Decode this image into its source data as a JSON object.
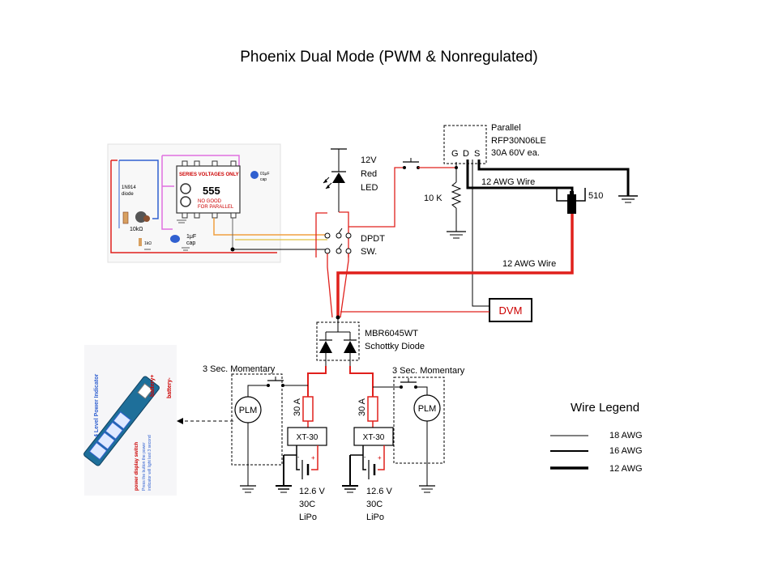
{
  "title": "Phoenix Dual Mode (PWM & Nonregulated)",
  "mosfet": {
    "label_lines": [
      "Parallel",
      "RFP30N06LE",
      "30A 60V ea."
    ],
    "pins": [
      "G",
      "D",
      "S"
    ]
  },
  "led": {
    "label_lines": [
      "12V",
      "Red",
      "LED"
    ]
  },
  "resistor_10k": "10 K",
  "solenoid": "510",
  "wire_labels": {
    "upper": "12 AWG Wire",
    "lower": "12 AWG Wire"
  },
  "switch": {
    "label_lines": [
      "DPDT",
      "SW."
    ]
  },
  "dvm": "DVM",
  "diode": {
    "label_lines": [
      "MBR6045WT",
      "Schottky Diode"
    ]
  },
  "momentary_left": "3 Sec. Momentary",
  "momentary_right": "3 Sec. Momentary",
  "plm": "PLM",
  "fuse": "30 A",
  "connector": "XT-30",
  "battery": {
    "label_lines": [
      "12.6 V",
      "30C",
      "LiPo"
    ],
    "plus": "+",
    "minus": "-"
  },
  "legend": {
    "title": "Wire Legend",
    "items": [
      {
        "label": "18 AWG",
        "width": 1
      },
      {
        "label": "16 AWG",
        "width": 2
      },
      {
        "label": "12 AWG",
        "width": 3.5
      }
    ]
  },
  "timer_board": {
    "chip": "555",
    "header": "SERIES VOLTAGES ONLY",
    "note_lines": [
      "NO GOOD",
      "FOR PARALLEL"
    ],
    "diode": [
      "1N914",
      "diode"
    ],
    "pot": "10kΩ",
    "resistor": "1kΩ",
    "cap_small": [
      "01μF",
      "cap"
    ],
    "cap_big": [
      "1μF",
      "cap"
    ]
  },
  "indicator_board": {
    "top_label": "4 Level Power Indicator",
    "battery_plus": "battery+",
    "battery_minus": "battery-",
    "side_lines": [
      "power display switch",
      "Press the button the power",
      "indicator will light last 3 second"
    ]
  },
  "colors": {
    "red_wire": "#e0201c",
    "red_text": "#cc0000",
    "pink": "#e070e0",
    "blue": "#3060d0",
    "orange": "#f0a040",
    "yellow": "#e0c040"
  }
}
